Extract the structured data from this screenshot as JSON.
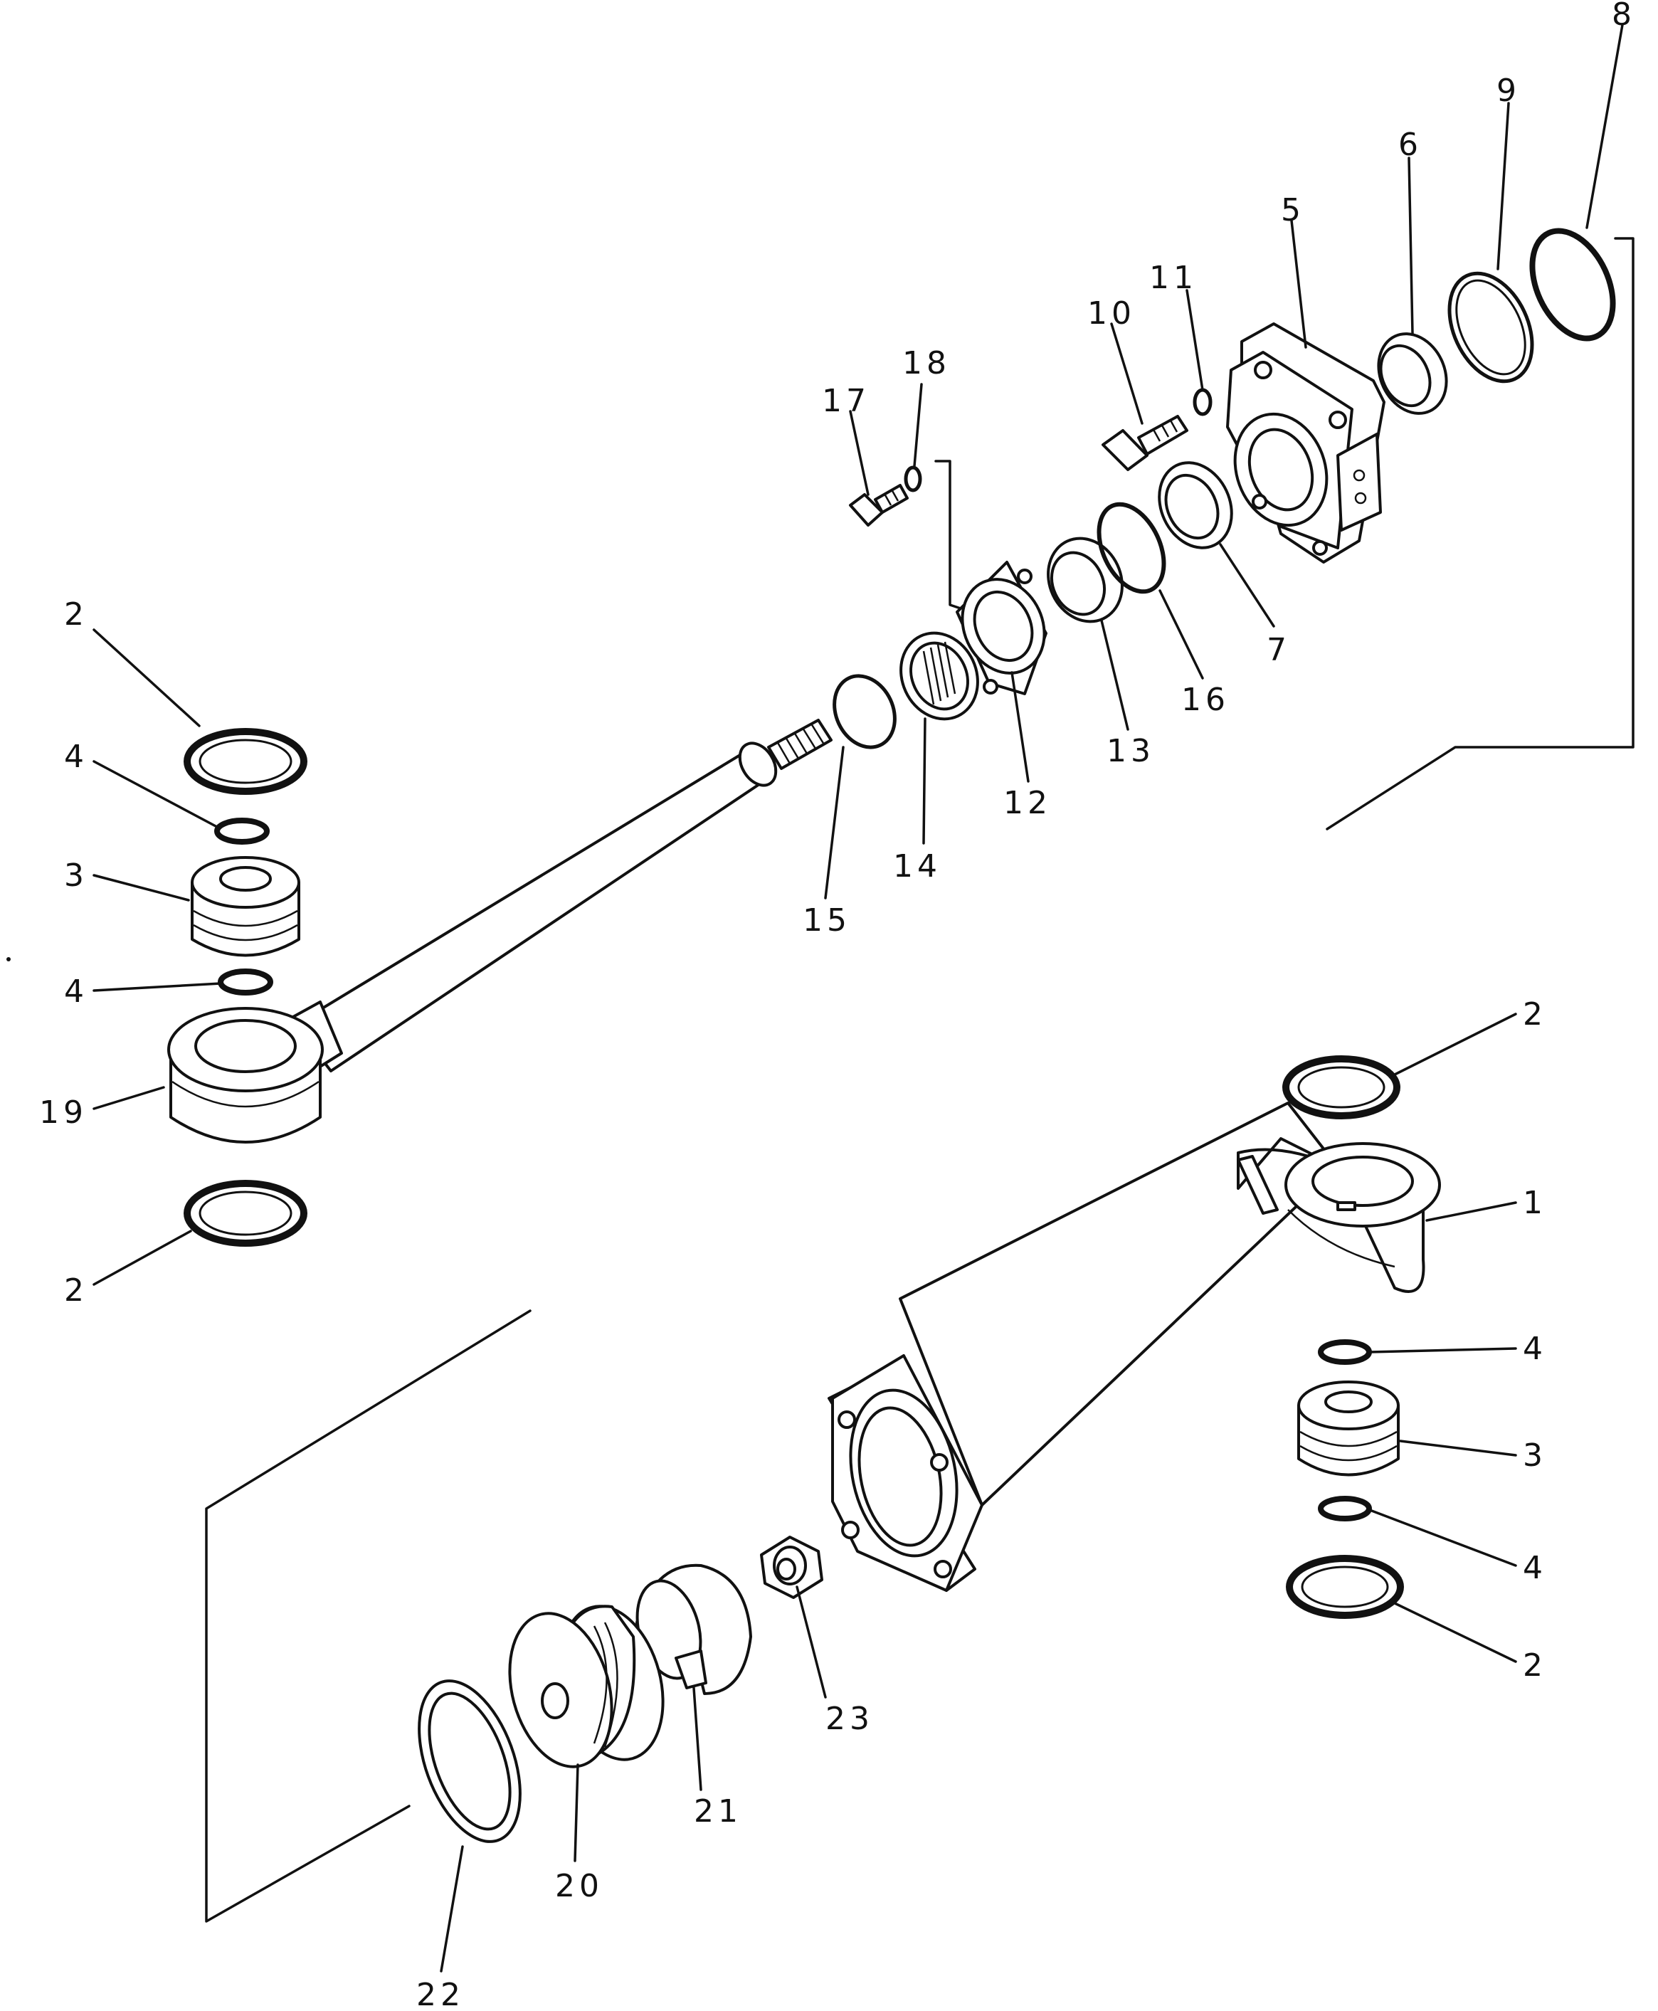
{
  "colors": {
    "ink": "#111111",
    "paper": "#ffffff"
  },
  "callouts": {
    "c1": "1",
    "c2a": "2",
    "c2b": "2",
    "c2c": "2",
    "c2d": "2",
    "c3a": "3",
    "c3b": "3",
    "c4a": "4",
    "c4b": "4",
    "c4c": "4",
    "c4d": "4",
    "c5": "5",
    "c6": "6",
    "c7": "7",
    "c8": "8",
    "c9": "9",
    "c10": "10",
    "c11": "11",
    "c12": "12",
    "c13": "13",
    "c14": "14",
    "c15": "15",
    "c16": "16",
    "c17": "17",
    "c18": "18",
    "c19": "19",
    "c20": "20",
    "c21": "21",
    "c22": "22",
    "c23": "23"
  }
}
